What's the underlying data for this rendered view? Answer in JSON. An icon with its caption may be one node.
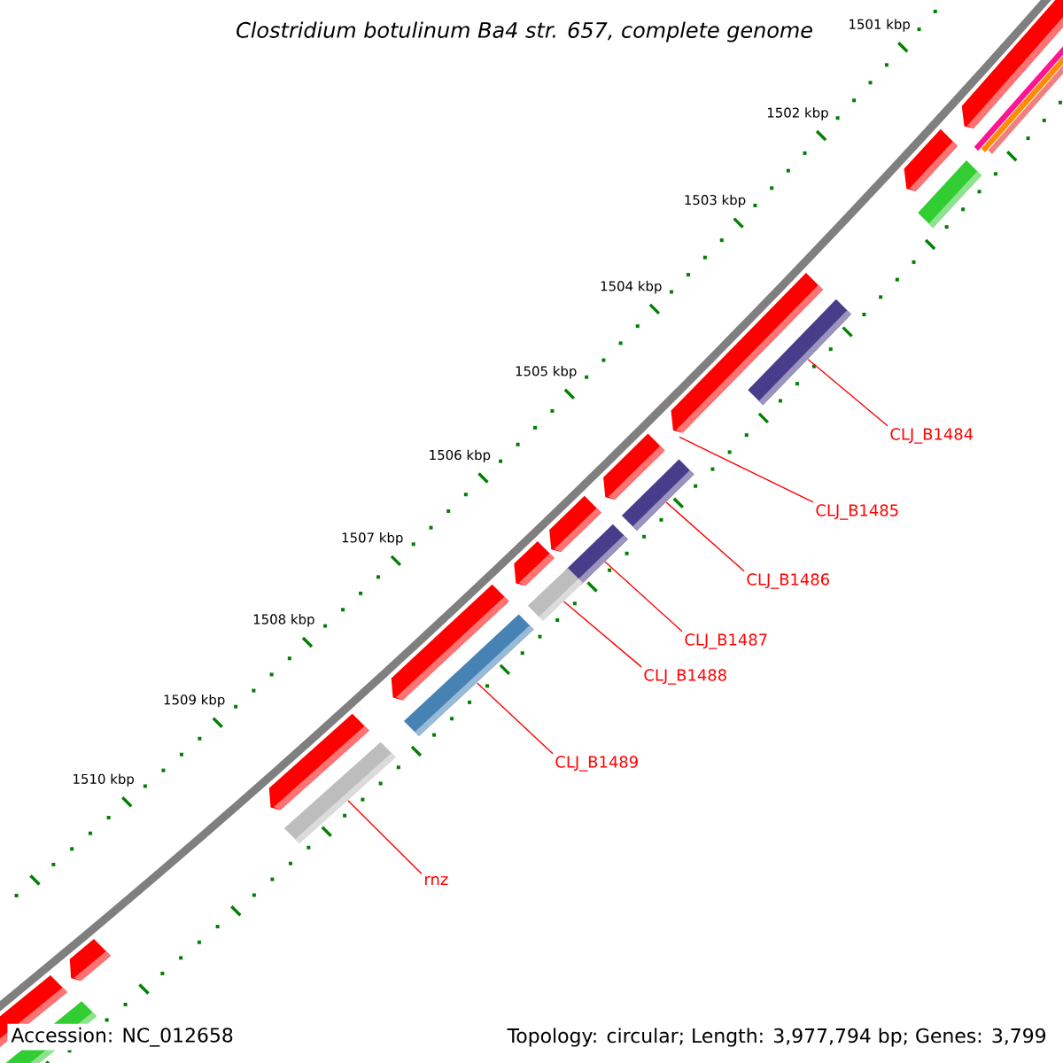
{
  "diagram": {
    "title": "*Clostridium botulinum* Ba4 str. 657, complete genome",
    "nodes": [
      {
        "text": [
          "CLJ_B1484"
        ]
      },
      {
        "text": [
          "CLJ_B1485"
        ]
      },
      {
        "text": [
          "CLJ_B1486"
        ]
      },
      {
        "text": [
          "CLJ_B1487"
        ]
      },
      {
        "text": [
          "CLJ_B1488"
        ]
      },
      {
        "text": [
          "CLJ_B1489"
        ]
      },
      {
        "text": [
          "rnz"
        ]
      },
      {
        "text": [],
        "shape": "bar"
      },
      {
        "text": [],
        "shape": "bar"
      },
      {
        "text": [],
        "shape": "bar"
      },
      {
        "text": [],
        "shape": "bar"
      },
      {
        "text": [],
        "shape": "bar"
      },
      {
        "text": [],
        "shape": "bar"
      },
      {
        "text": [],
        "shape": "bar"
      }
    ],
    "edges": [
      {
        "from": 0,
        "to": 7,
        "arrow": "none"
      },
      {
        "from": 1,
        "to": 8,
        "arrow": "none"
      },
      {
        "from": 2,
        "to": 9,
        "arrow": "none"
      },
      {
        "from": 3,
        "to": 10,
        "arrow": "none"
      },
      {
        "from": 4,
        "to": 11,
        "arrow": "none"
      },
      {
        "from": 5,
        "to": 12,
        "arrow": "none"
      },
      {
        "from": 6,
        "to": 13,
        "arrow": "none"
      }
    ],
    "labels": [
      "1501 kbp",
      "1502 kbp",
      "1503 kbp",
      "1504 kbp",
      "1505 kbp",
      "1506 kbp",
      "1507 kbp",
      "1508 kbp",
      "1509 kbp",
      "1510 kbp",
      "Accession: NC_012658",
      "Topology: circular; Length: 3,977,794 bp; Genes: 3,799"
    ]
  }
}
